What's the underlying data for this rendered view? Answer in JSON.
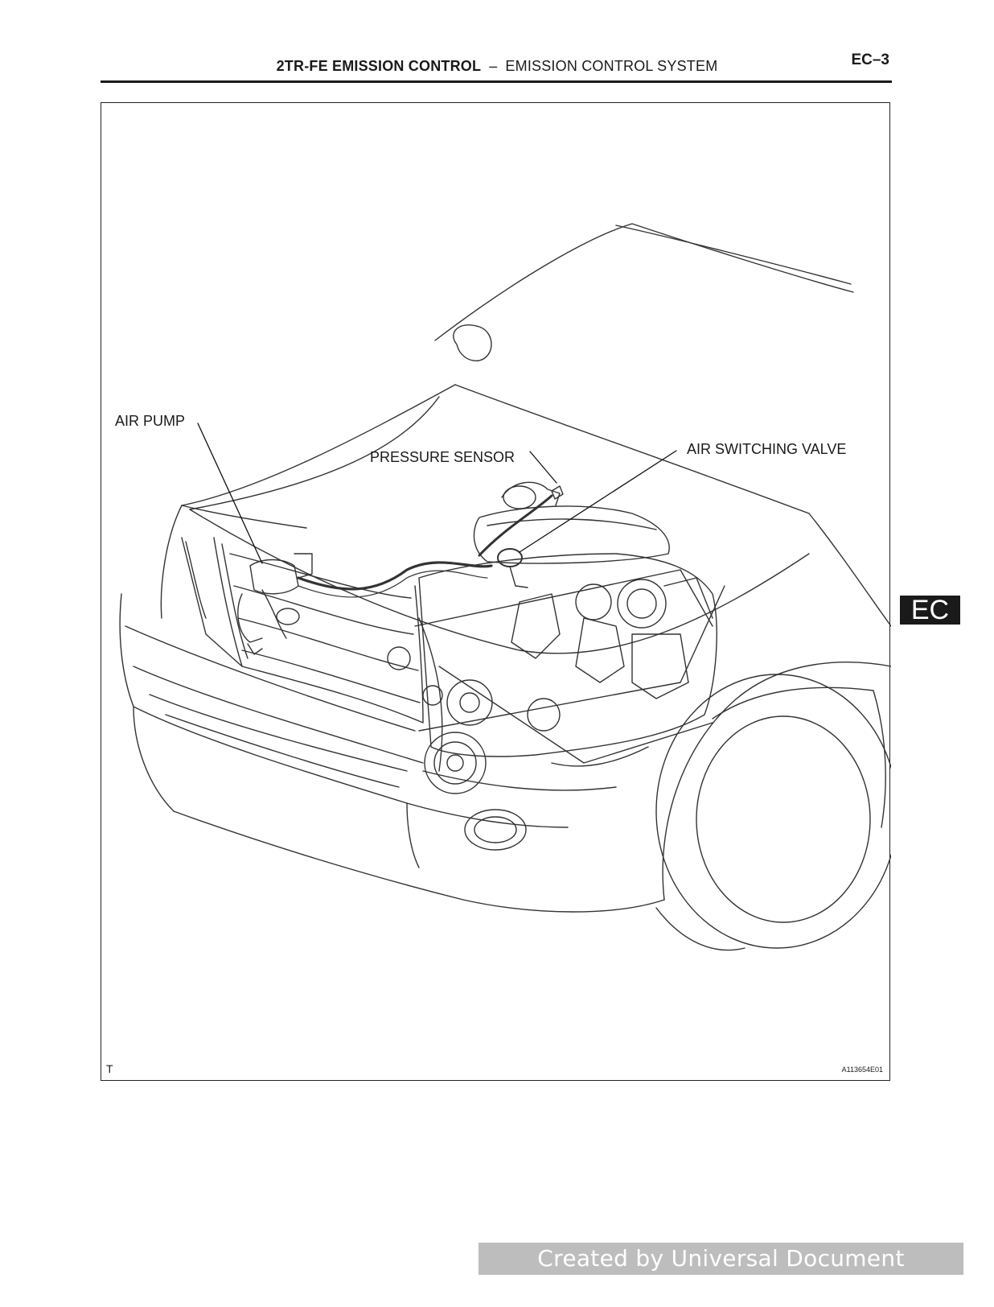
{
  "header": {
    "title_bold": "2TR-FE EMISSION CONTROL",
    "separator": "–",
    "title_rest": "EMISSION CONTROL SYSTEM",
    "page_number": "EC–3"
  },
  "figure": {
    "callouts": {
      "air_pump": "AIR PUMP",
      "pressure_sensor": "PRESSURE SENSOR",
      "air_switching_valve": "AIR SWITCHING VALVE"
    },
    "corner_mark": "T",
    "figure_code": "A113654E01"
  },
  "section_tab": "EC",
  "watermark": "Created by Universal Document Converter"
}
